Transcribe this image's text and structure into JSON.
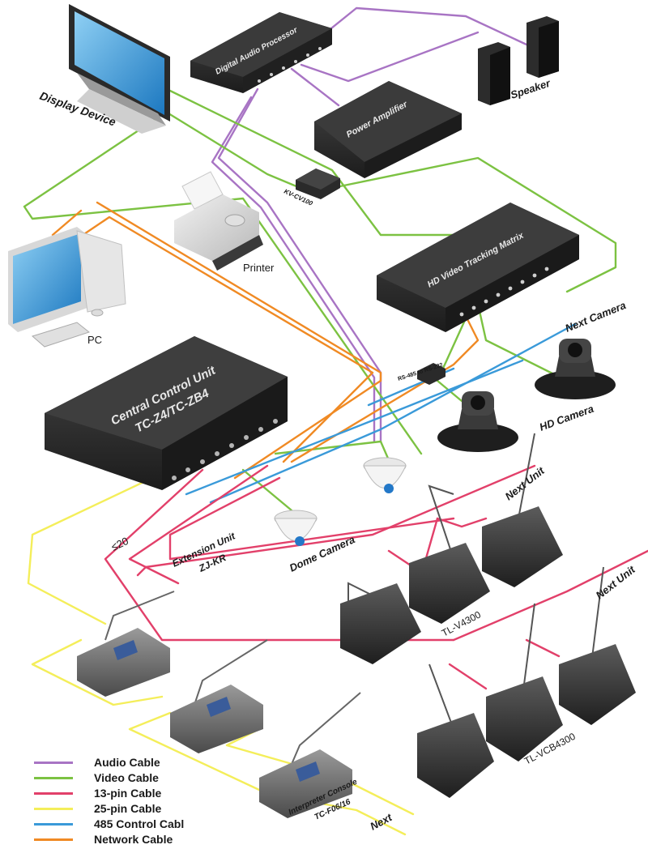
{
  "colors": {
    "audio": "#a874c4",
    "video": "#7cc242",
    "pin13": "#e2406a",
    "pin25": "#f4ee5a",
    "rs485": "#3a9ad9",
    "network": "#f08a24"
  },
  "labels": {
    "display_device": "Display Device",
    "digital_audio_processor": "Digital Audio Processor",
    "speaker": "Speaker",
    "power_amplifier": "Power Amplifier",
    "kv_cv100": "KV-CV100",
    "printer": "Printer",
    "hd_video_tracking_matrix": "HD Video Tracking Matrix",
    "pc": "PC",
    "next_camera": "Next Camera",
    "rs485_converter": "RS-485 to RS-232",
    "central_control_unit_line1": "Central Control Unit",
    "central_control_unit_line2": "TC-Z4/TC-ZB4",
    "hd_camera": "HD Camera",
    "next_unit_top": "Next Unit",
    "le_20": "≤20",
    "extension_unit_line1": "Extension Unit",
    "extension_unit_line2": "ZJ-KR",
    "dome_camera": "Dome Camera",
    "tl_v4300": "TL-V4300",
    "next_unit_right": "Next Unit",
    "tl_vcb4300": "TL-VCB4300",
    "interpreter_console_line1": "Interpreter Console",
    "interpreter_console_line2": "TC-F06/16",
    "next": "Next"
  },
  "legend": [
    {
      "label": "Audio Cable",
      "color": "#a874c4"
    },
    {
      "label": "Video Cable",
      "color": "#7cc242"
    },
    {
      "label": "13-pin Cable",
      "color": "#e2406a"
    },
    {
      "label": "25-pin Cable",
      "color": "#f4ee5a"
    },
    {
      "label": "485 Control Cabl",
      "color": "#3a9ad9"
    },
    {
      "label": "Network Cable",
      "color": "#f08a24"
    }
  ]
}
